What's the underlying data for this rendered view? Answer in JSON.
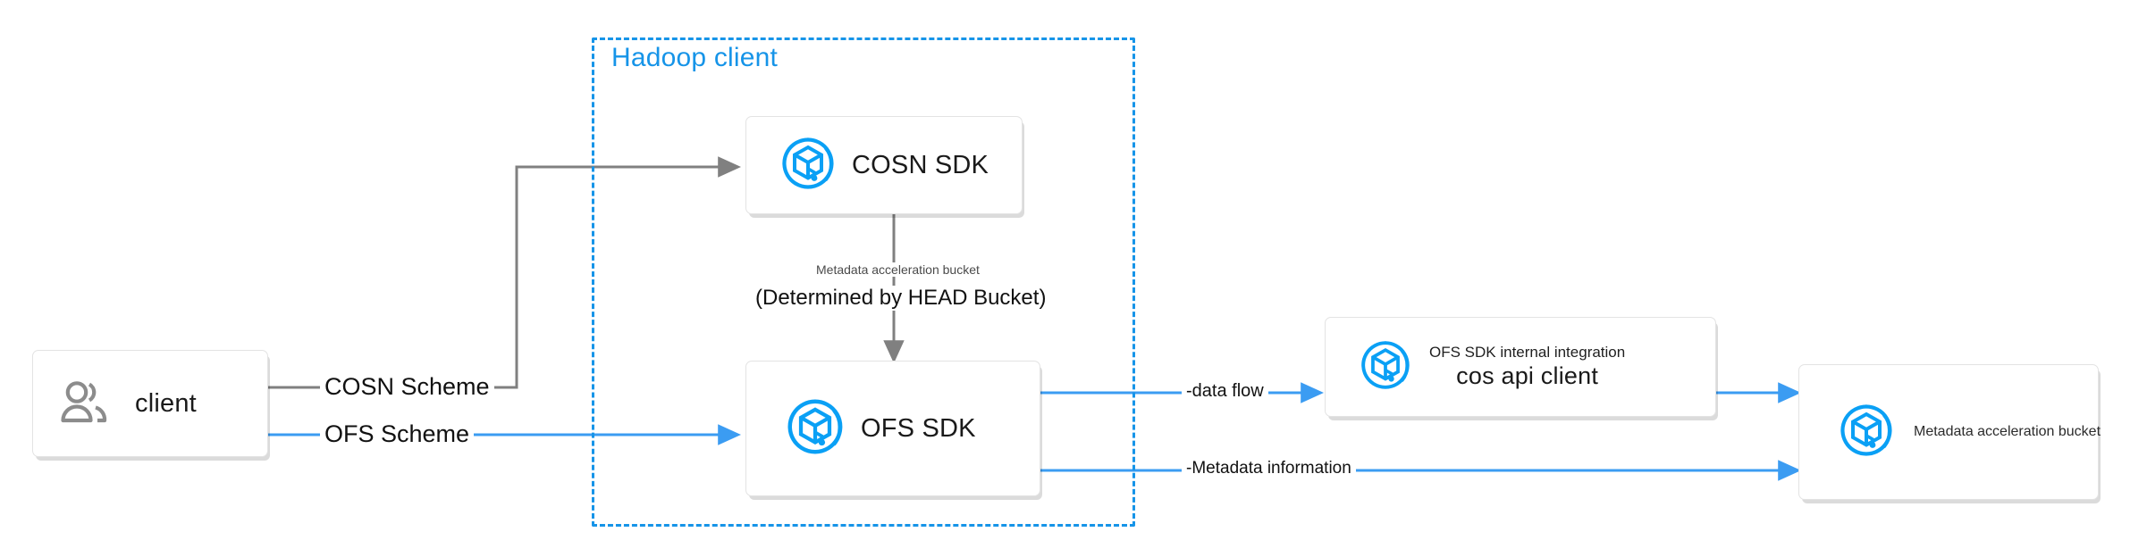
{
  "diagram": {
    "title": "COSN / OFS Hadoop client data flow",
    "colors": {
      "accent_blue": "#2196f3",
      "group_blue": "#1694e8",
      "gray_line": "#808080",
      "card_border": "#e3e3e3",
      "icon_gray": "#8c8c8c"
    }
  },
  "group": {
    "label": "Hadoop client"
  },
  "nodes": {
    "client": {
      "label": "client",
      "icon": "users-icon"
    },
    "cosn_sdk": {
      "label": "COSN SDK",
      "icon": "cos-cube-icon"
    },
    "ofs_sdk": {
      "label": "OFS SDK",
      "icon": "cos-cube-icon"
    },
    "cos_api_client": {
      "label_small": "OFS SDK internal integration",
      "label": "cos api client",
      "icon": "cos-cube-icon"
    },
    "metadata_bucket": {
      "label": "Metadata acceleration bucket",
      "icon": "cos-cube-icon"
    }
  },
  "edges": {
    "cosn_scheme": "COSN Scheme",
    "ofs_scheme": "OFS Scheme",
    "metadata_acceleration_bucket": "Metadata acceleration bucket",
    "determined_by_head_bucket": "(Determined by HEAD Bucket)",
    "data_flow": "-data flow",
    "metadata_information": "-Metadata information"
  }
}
